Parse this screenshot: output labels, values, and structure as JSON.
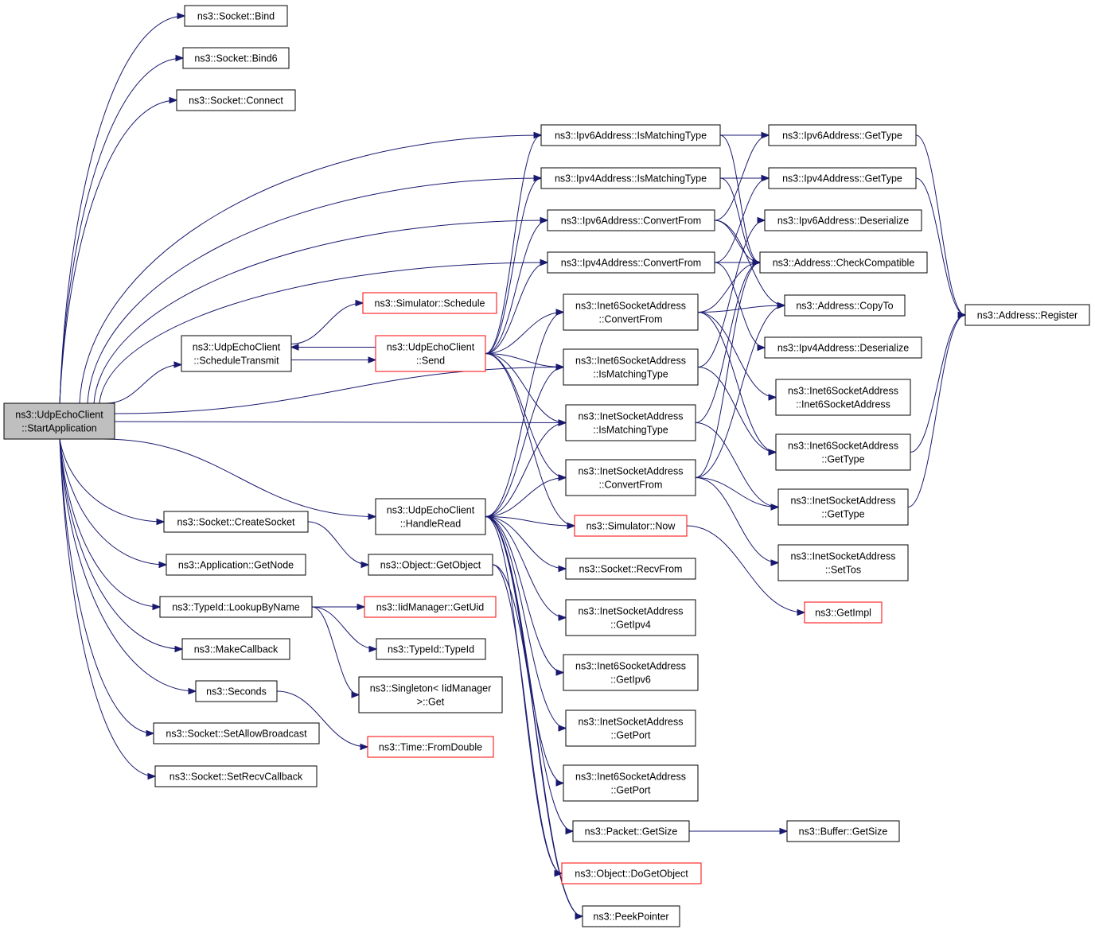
{
  "nodes": {
    "root": [
      "ns3::UdpEchoClient",
      "::StartApplication"
    ],
    "bind": [
      "ns3::Socket::Bind"
    ],
    "bind6": [
      "ns3::Socket::Bind6"
    ],
    "connect": [
      "ns3::Socket::Connect"
    ],
    "createsocket": [
      "ns3::Socket::CreateSocket"
    ],
    "getnode": [
      "ns3::Application::GetNode"
    ],
    "lookupbyname": [
      "ns3::TypeId::LookupByName"
    ],
    "makecallback": [
      "ns3::MakeCallback"
    ],
    "seconds": [
      "ns3::Seconds"
    ],
    "setallowbroadcast": [
      "ns3::Socket::SetAllowBroadcast"
    ],
    "setrecvcallback": [
      "ns3::Socket::SetRecvCallback"
    ],
    "scheduletransmit": [
      "ns3::UdpEchoClient",
      "::ScheduleTransmit"
    ],
    "simschedule": [
      "ns3::Simulator::Schedule"
    ],
    "send": [
      "ns3::UdpEchoClient",
      "::Send"
    ],
    "handleread": [
      "ns3::UdpEchoClient",
      "::HandleRead"
    ],
    "getobject": [
      "ns3::Object::GetObject"
    ],
    "getuid": [
      "ns3::IidManager::GetUid"
    ],
    "typeidctor": [
      "ns3::TypeId::TypeId"
    ],
    "singletonget": [
      "ns3::Singleton< IidManager",
      ">::Get"
    ],
    "fromdouble": [
      "ns3::Time::FromDouble"
    ],
    "ipv6matching": [
      "ns3::Ipv6Address::IsMatchingType"
    ],
    "ipv4matching": [
      "ns3::Ipv4Address::IsMatchingType"
    ],
    "ipv6convert": [
      "ns3::Ipv6Address::ConvertFrom"
    ],
    "ipv4convert": [
      "ns3::Ipv4Address::ConvertFrom"
    ],
    "inet6convert": [
      "ns3::Inet6SocketAddress",
      "::ConvertFrom"
    ],
    "inet6matching": [
      "ns3::Inet6SocketAddress",
      "::IsMatchingType"
    ],
    "inetmatching": [
      "ns3::InetSocketAddress",
      "::IsMatchingType"
    ],
    "inetconvert": [
      "ns3::InetSocketAddress",
      "::ConvertFrom"
    ],
    "simnow": [
      "ns3::Simulator::Now"
    ],
    "recvfrom": [
      "ns3::Socket::RecvFrom"
    ],
    "inetgetipv4": [
      "ns3::InetSocketAddress",
      "::GetIpv4"
    ],
    "inet6getipv6": [
      "ns3::Inet6SocketAddress",
      "::GetIpv6"
    ],
    "inetgetport": [
      "ns3::InetSocketAddress",
      "::GetPort"
    ],
    "inet6getport": [
      "ns3::Inet6SocketAddress",
      "::GetPort"
    ],
    "packetgetsize": [
      "ns3::Packet::GetSize"
    ],
    "dogetobject": [
      "ns3::Object::DoGetObject"
    ],
    "peekpointer": [
      "ns3::PeekPointer"
    ],
    "ipv6gettype": [
      "ns3::Ipv6Address::GetType"
    ],
    "ipv4gettype": [
      "ns3::Ipv4Address::GetType"
    ],
    "ipv6deserialize": [
      "ns3::Ipv6Address::Deserialize"
    ],
    "checkcompatible": [
      "ns3::Address::CheckCompatible"
    ],
    "copyto": [
      "ns3::Address::CopyTo"
    ],
    "ipv4deserialize": [
      "ns3::Ipv4Address::Deserialize"
    ],
    "inet6ctor": [
      "ns3::Inet6SocketAddress",
      "::Inet6SocketAddress"
    ],
    "inet6gettype": [
      "ns3::Inet6SocketAddress",
      "::GetType"
    ],
    "inetgettype": [
      "ns3::InetSocketAddress",
      "::GetType"
    ],
    "inetsettos": [
      "ns3::InetSocketAddress",
      "::SetTos"
    ],
    "getimpl": [
      "ns3::GetImpl"
    ],
    "register": [
      "ns3::Address::Register"
    ],
    "buffergetsize": [
      "ns3::Buffer::GetSize"
    ]
  },
  "colors": {
    "edge": "#191970",
    "border": "#000000",
    "border_incomplete": "#ff0000",
    "root_fill": "#bfbfbf"
  }
}
